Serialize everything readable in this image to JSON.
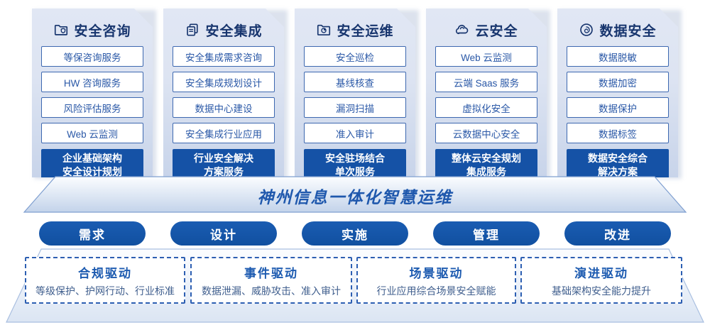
{
  "columns": [
    {
      "title": "安全咨询",
      "icon": "folder-shield-icon",
      "items": [
        "等保咨询服务",
        "HW 咨询服务",
        "风险评估服务",
        "Web 云监测"
      ],
      "highlight_line1": "企业基础架构",
      "highlight_line2": "安全设计规划"
    },
    {
      "title": "安全集成",
      "icon": "documents-icon",
      "items": [
        "安全集成需求咨询",
        "安全集成规划设计",
        "数据中心建设",
        "安全集成行业应用"
      ],
      "highlight_line1": "行业安全解决",
      "highlight_line2": "方案服务"
    },
    {
      "title": "安全运维",
      "icon": "folder-clock-icon",
      "items": [
        "安全巡检",
        "基线核查",
        "漏洞扫描",
        "准入审计"
      ],
      "highlight_line1": "安全驻场结合",
      "highlight_line2": "单次服务"
    },
    {
      "title": "云安全",
      "icon": "cloud-icon",
      "items": [
        "Web 云监测",
        "云端 Saas 服务",
        "虚拟化安全",
        "云数据中心安全"
      ],
      "highlight_line1": "整体云安全规划",
      "highlight_line2": "集成服务"
    },
    {
      "title": "数据安全",
      "icon": "fingerprint-icon",
      "items": [
        "数据脱敏",
        "数据加密",
        "数据保护",
        "数据标签"
      ],
      "highlight_line1": "数据安全综合",
      "highlight_line2": "解决方案"
    }
  ],
  "banner": {
    "title": "神州信息一体化智慧运维"
  },
  "process_pills": [
    "需求",
    "设计",
    "实施",
    "管理",
    "改进"
  ],
  "drivers": [
    {
      "title": "合规驱动",
      "desc": "等级保护、护网行动、行业标准"
    },
    {
      "title": "事件驱动",
      "desc": "数据泄漏、威胁攻击、准入审计"
    },
    {
      "title": "场景驱动",
      "desc": "行业应用综合场景安全赋能"
    },
    {
      "title": "演进驱动",
      "desc": "基础架构安全能力提升"
    }
  ],
  "colors": {
    "navy_text": "#17356e",
    "primary_blue": "#1552a6",
    "item_border": "#3d68b0",
    "banner_text": "#1f58ad",
    "driver_title": "#1d5bb0",
    "dashed_border": "#2d5fb2",
    "card_gradient_top": "#e1e7f4",
    "card_gradient_bottom": "#c8d4ea"
  }
}
